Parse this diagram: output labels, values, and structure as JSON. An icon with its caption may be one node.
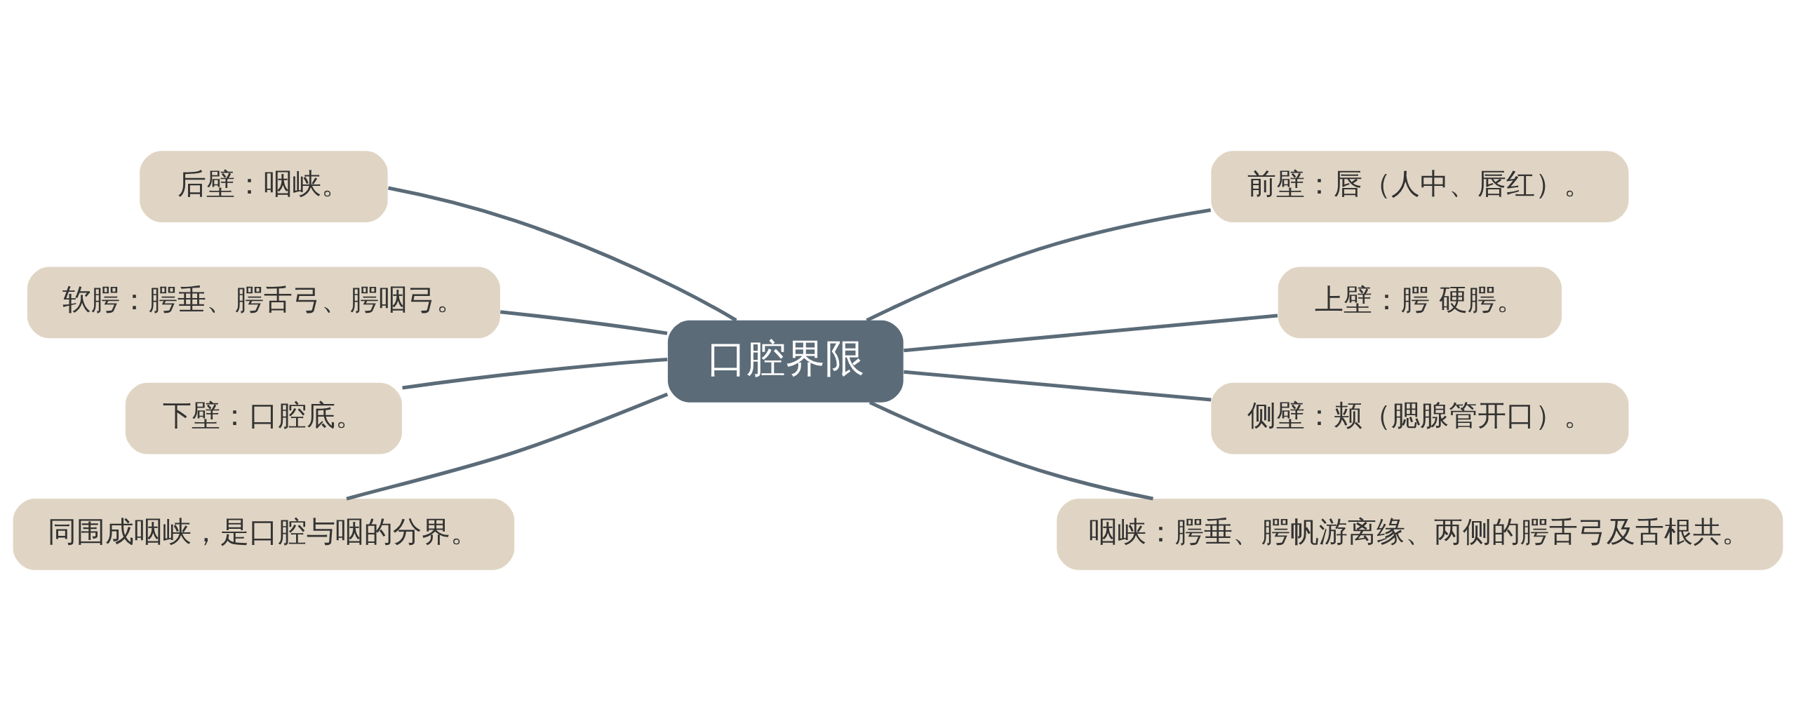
{
  "diagram": {
    "nodes": [
      {
        "text": [
          "口腔界限"
        ]
      },
      {
        "text": [
          "后壁：咽峡。"
        ]
      },
      {
        "text": [
          "软腭：腭垂、腭舌弓、腭咽弓。"
        ]
      },
      {
        "text": [
          "下壁：口腔底。"
        ]
      },
      {
        "text": [
          "同围成咽峡，是口腔与咽的分界。"
        ]
      },
      {
        "text": [
          "前壁：唇（人中、唇红）。"
        ]
      },
      {
        "text": [
          "上壁：腭 硬腭。"
        ]
      },
      {
        "text": [
          "侧壁：颊（腮腺管开口）。"
        ]
      },
      {
        "text": [
          "咽峡：腭垂、腭帆游离缘、两侧的腭舌弓及舌根共。"
        ]
      }
    ],
    "edges": [
      {
        "from": 0,
        "to": 1,
        "arrow": "none"
      },
      {
        "from": 0,
        "to": 2,
        "arrow": "none"
      },
      {
        "from": 0,
        "to": 3,
        "arrow": "none"
      },
      {
        "from": 0,
        "to": 4,
        "arrow": "none"
      },
      {
        "from": 0,
        "to": 5,
        "arrow": "none"
      },
      {
        "from": 0,
        "to": 6,
        "arrow": "none"
      },
      {
        "from": 0,
        "to": 7,
        "arrow": "none"
      },
      {
        "from": 0,
        "to": 8,
        "arrow": "none"
      }
    ]
  }
}
